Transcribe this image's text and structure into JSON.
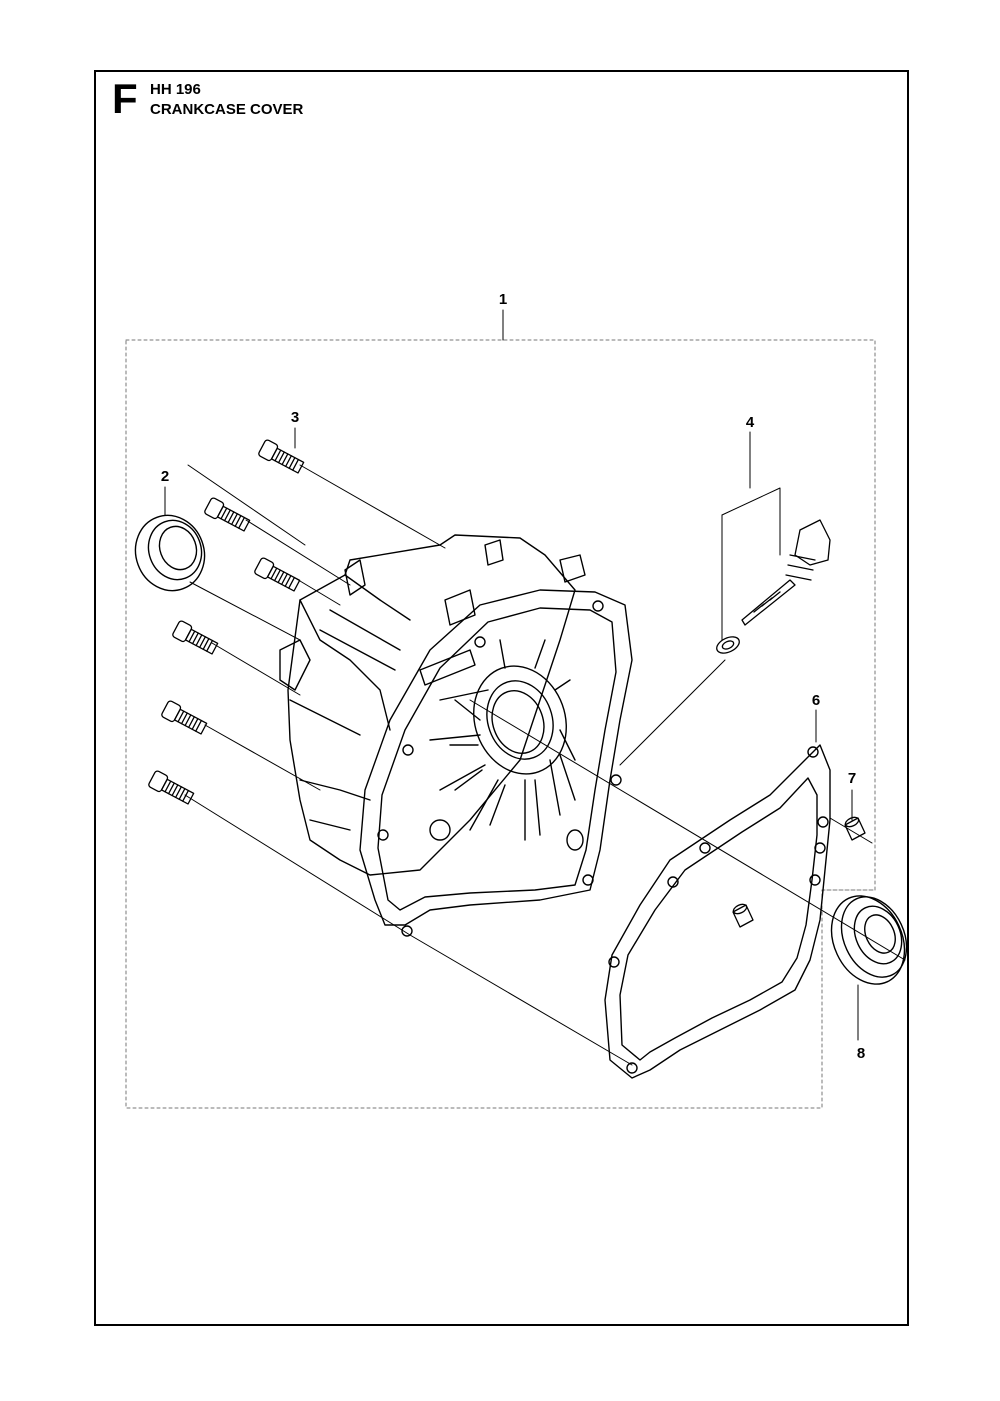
{
  "header": {
    "section_letter": "F",
    "model": "HH 196",
    "title": "CRANKCASE COVER"
  },
  "callouts": [
    "1",
    "2",
    "3",
    "4",
    "6",
    "7",
    "8"
  ]
}
